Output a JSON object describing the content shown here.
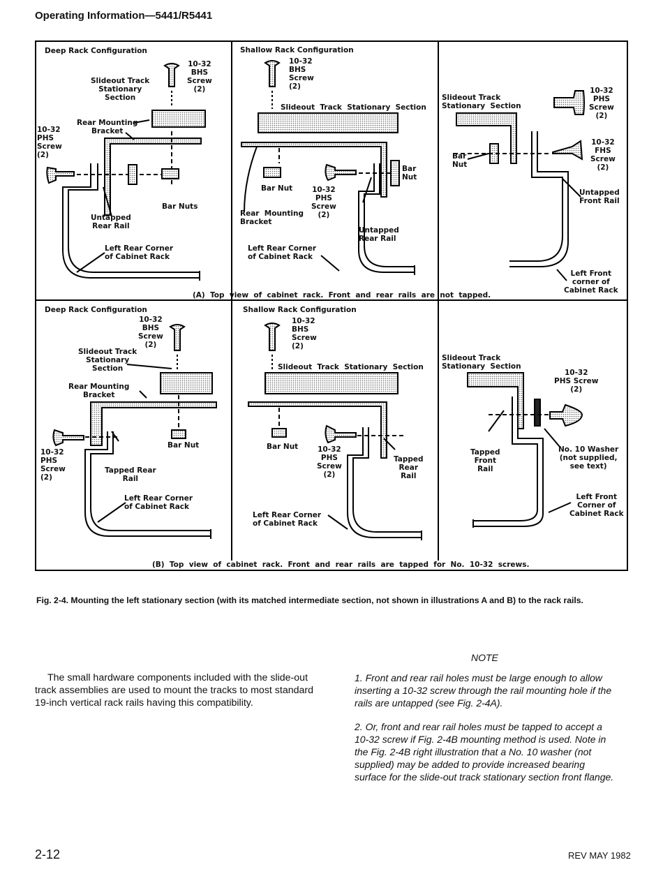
{
  "header": {
    "title": "Operating Information—5441/R5441"
  },
  "figure": {
    "panel_a": {
      "deep_title": "Deep Rack Configuration",
      "shallow_title": "Shallow Rack Configuration",
      "caption": "(A)  Top  view  of  cabinet  rack.  Front  and  rear  rails  are  not  tapped.",
      "labels": {
        "a_bhs": "10-32\nBHS\nScrew\n(2)",
        "a_slide": "Slideout Track\nStationary\nSection",
        "a_bracket": "Rear Mounting\nBracket",
        "a_phs": "10-32\nPHS\nScrew\n(2)",
        "a_barnuts": "Bar Nuts",
        "a_untapped": "Untapped\nRear Rail",
        "a_corner": "Left Rear Corner\nof Cabinet Rack",
        "b_bhs": "10-32\nBHS\nScrew\n(2)",
        "b_slide": "Slideout  Track  Stationary  Section",
        "b_barnut": "Bar Nut",
        "b_phs": "10-32\nPHS\nScrew\n(2)",
        "b_barnut2": "Bar\nNut",
        "b_bracket": "Rear  Mounting\nBracket",
        "b_untapped": "Untapped\nRear Rail",
        "b_corner": "Left Rear Corner\nof Cabinet Rack",
        "c_slide": "Slideout Track\nStationary  Section",
        "c_phs": "10-32\nPHS\nScrew\n(2)",
        "c_fhs": "10-32\nFHS\nScrew\n(2)",
        "c_barnut": "Bar\nNut",
        "c_untapped": "Untapped\nFront Rail",
        "c_corner": "Left Front\ncorner of\nCabinet Rack"
      }
    },
    "panel_b": {
      "deep_title": "Deep Rack Configuration",
      "shallow_title": "Shallow Rack Configuration",
      "caption": "(B)  Top  view  of  cabinet  rack.  Front  and  rear  rails  are  tapped  for  No.  10-32  screws.",
      "labels": {
        "d_bhs": "10-32\nBHS\nScrew\n(2)",
        "d_slide": "Slideout Track\nStationary\nSection",
        "d_bracket": "Rear Mounting\nBracket",
        "d_phs": "10-32\nPHS\nScrew\n(2)",
        "d_barnut": "Bar Nut",
        "d_tapped": "Tapped Rear\nRail",
        "d_corner": "Left Rear Corner\nof Cabinet Rack",
        "e_bhs": "10-32\nBHS\nScrew\n(2)",
        "e_slide": "Slideout  Track  Stationary  Section",
        "e_barnut": "Bar Nut",
        "e_phs": "10-32\nPHS\nScrew\n(2)",
        "e_tapped": "Tapped\nRear\nRail",
        "e_corner": "Left Rear Corner\nof Cabinet Rack",
        "f_slide": "Slideout Track\nStationary  Section",
        "f_phs": "10-32\nPHS Screw\n(2)",
        "f_tapped": "Tapped\nFront\nRail",
        "f_washer": "No. 10 Washer\n(not supplied,\nsee text)",
        "f_corner": "Left Front\nCorner of\nCabinet Rack"
      }
    }
  },
  "figure_caption": "Fig. 2-4. Mounting the left stationary section (with its matched intermediate section, not shown in illustrations A and B) to the rack rails.",
  "body": "The small hardware components included with the slide-out track assemblies are used to mount the tracks to most standard 19-inch vertical rack rails having this compatibility.",
  "note": {
    "title": "NOTE",
    "item1": "1.  Front and rear rail holes must be large enough to allow inserting a 10-32 screw through the rail mounting hole if the rails are untapped (see Fig. 2-4A).",
    "item2": "2.  Or, front and rear rail holes must be tapped to accept a 10-32 screw if Fig. 2-4B mounting method is used. Note in the Fig. 2-4B right illustration that a No. 10 washer (not supplied) may be added to provide increased bearing surface for the slide-out track stationary section front flange."
  },
  "footer": {
    "page": "2-12",
    "rev": "REV MAY 1982"
  }
}
